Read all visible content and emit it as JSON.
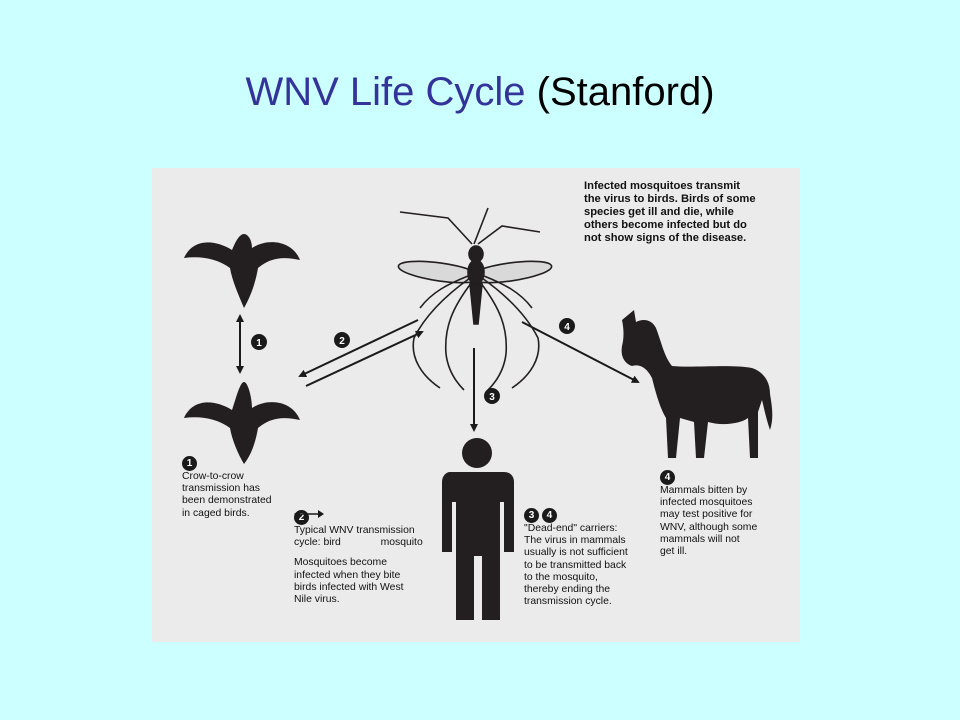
{
  "title": {
    "part1": "WNV Life Cycle",
    "part2": "(Stanford)"
  },
  "diagram": {
    "top_caption": [
      "Infected mosquitoes transmit",
      "the virus to birds. Birds of some",
      "species get ill and die, while",
      "others become infected but do",
      "not show signs of the disease."
    ],
    "step_labels": [
      "1",
      "2",
      "3",
      "4"
    ],
    "cap1": {
      "badge": "1",
      "lines": [
        "Crow-to-crow",
        "transmission has",
        "been demonstrated",
        "in caged birds."
      ]
    },
    "cap2": {
      "badge": "2",
      "line1": "Typical WNV transmission",
      "cycle_a": "cycle: bird",
      "cycle_b": "mosquito",
      "lines": [
        "Mosquitoes become",
        "infected when they bite",
        "birds infected with West",
        "Nile virus."
      ]
    },
    "cap34": {
      "badge_a": "3",
      "badge_b": "4",
      "lines": [
        "\"Dead-end\" carriers:",
        "The virus in mammals",
        "usually is not sufficient",
        "to be transmitted back",
        "to the mosquito,",
        "thereby ending the",
        "transmission cycle."
      ]
    },
    "cap4": {
      "badge": "4",
      "lines": [
        "Mammals bitten by",
        "infected mosquitoes",
        "may test positive for",
        "WNV, although some",
        "mammals will not",
        "get ill."
      ]
    }
  }
}
